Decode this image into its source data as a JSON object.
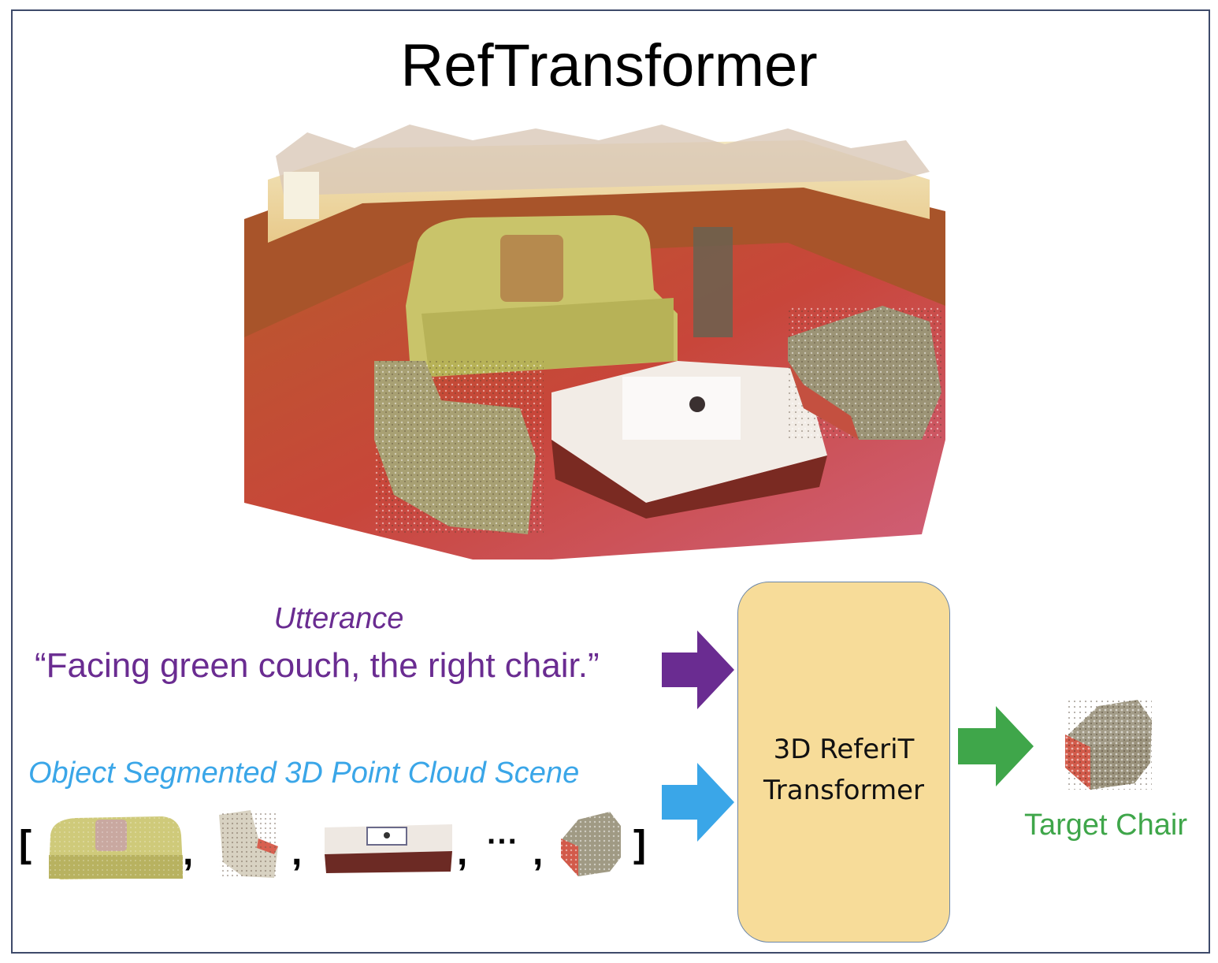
{
  "title": "RefTransformer",
  "utterance": {
    "label": "Utterance",
    "text": "“Facing green couch, the right chair.”"
  },
  "point_cloud": {
    "label": "Object Segmented 3D Point Cloud Scene",
    "open_bracket": "[",
    "close_bracket": "]",
    "separator": ",",
    "ellipsis": "···",
    "objects": [
      "sofa",
      "chair",
      "coffee-table",
      "chair"
    ]
  },
  "model": {
    "line1": "3D ReferiT",
    "line2": "Transformer"
  },
  "output": {
    "label": "Target Chair"
  },
  "colors": {
    "utterance": "#6a2c91",
    "point_cloud": "#3aa6e8",
    "model_fill": "#f7dc99",
    "output": "#3fa64a",
    "frame": "#3e4a6a"
  }
}
